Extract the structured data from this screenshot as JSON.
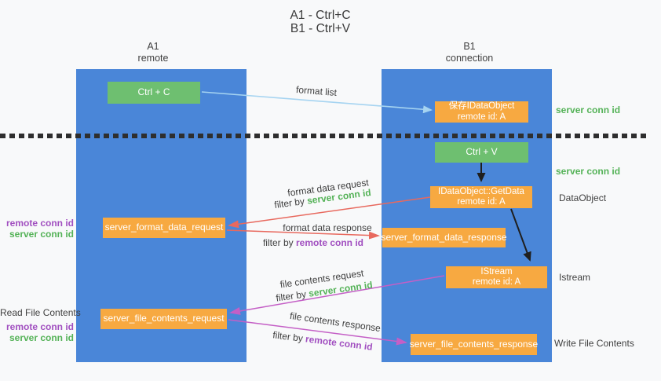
{
  "title": {
    "line1": "A1 - Ctrl+C",
    "line2": "B1 - Ctrl+V"
  },
  "lifelines": {
    "a": {
      "name": "A1",
      "sub": "remote"
    },
    "b": {
      "name": "B1",
      "sub": "connection"
    }
  },
  "nodes": {
    "ctrl_c": "Ctrl + C",
    "ctrl_v": "Ctrl + V",
    "save_idataobject": {
      "line1": "保存IDataObject",
      "line2": "remote id: A"
    },
    "getdata": {
      "line1": "IDataObject::GetData",
      "line2": "remote id: A"
    },
    "istream": {
      "line1": "IStream",
      "line2": "remote id: A"
    },
    "format_request": "server_format_data_request",
    "format_response": "server_format_data_response",
    "file_request": "server_file_contents_request",
    "file_response": "server_file_contents_response"
  },
  "arrow_labels": {
    "format_list": "format list",
    "format_data_request": "format data request",
    "format_data_response": "format data response",
    "file_contents_request": "file contents request",
    "file_contents_response": "file contents response",
    "filter_by": "filter by"
  },
  "terms": {
    "server_conn_id": "server conn id",
    "remote_conn_id": "remote conn id"
  },
  "side_labels": {
    "dataobject": "DataObject",
    "istream": "Istream",
    "read_file_contents": "Read File Contents",
    "write_file_contents": "Write File Contents"
  },
  "colors": {
    "lifeline_blue": "#4a86d8",
    "node_green": "#6ebf70",
    "node_orange": "#f7a941",
    "server_conn_green": "#54b257",
    "remote_conn_purple": "#a14fc0",
    "format_arrow_red": "#e8695e",
    "file_arrow_magenta": "#c45fc6",
    "format_list_arrow_blue": "#a6d4f1",
    "black_arrow": "#1f1f1f",
    "background": "#f8f9fa"
  }
}
